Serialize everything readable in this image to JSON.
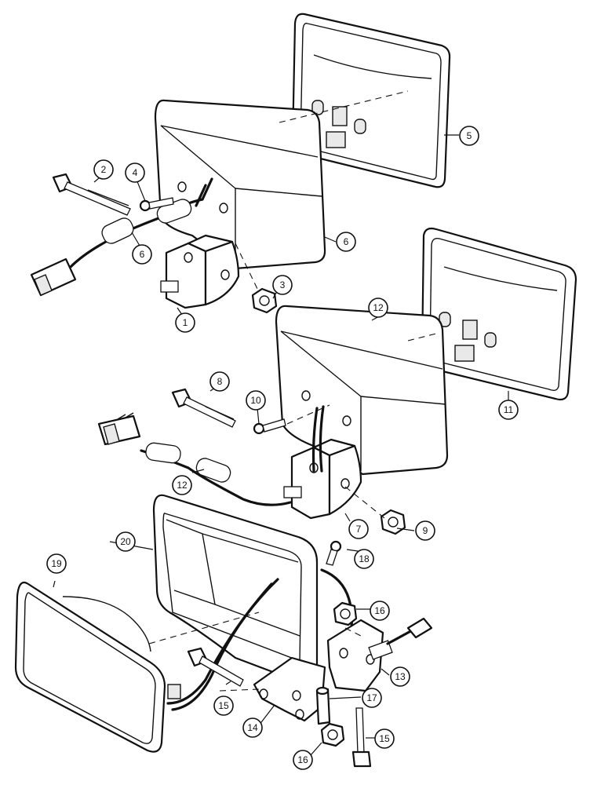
{
  "callouts": {
    "c1": "1",
    "c2": "2",
    "c3": "3",
    "c4": "4",
    "c5": "5",
    "c6a": "6",
    "c6b": "6",
    "c7": "7",
    "c8": "8",
    "c9": "9",
    "c10": "10",
    "c11": "11",
    "c12a": "12",
    "c12b": "12",
    "c13": "13",
    "c14": "14",
    "c15a": "15",
    "c15b": "15",
    "c16a": "16",
    "c16b": "16",
    "c17": "17",
    "c18": "18",
    "c19": "19",
    "c20": "20"
  }
}
